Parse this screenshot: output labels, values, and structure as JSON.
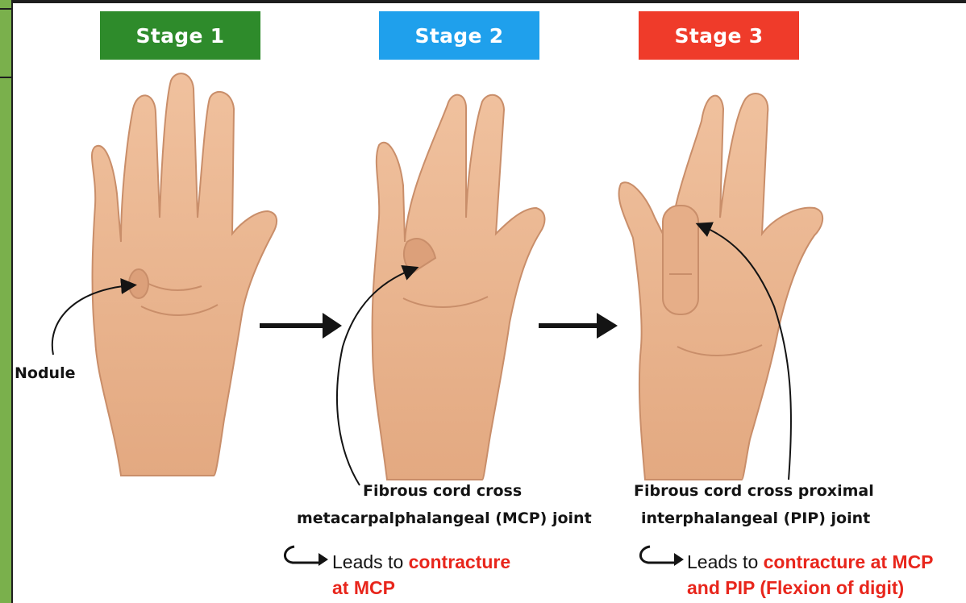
{
  "stages": [
    {
      "label": "Stage 1",
      "color": "#2e8b2b"
    },
    {
      "label": "Stage 2",
      "color": "#1fa0ec"
    },
    {
      "label": "Stage 3",
      "color": "#ef3b2a"
    }
  ],
  "labels": {
    "nodule": "Nodule",
    "stage2_caption_line1": "Fibrous cord cross",
    "stage2_caption_line2": "metacarpalphalangeal (MCP) joint",
    "stage3_caption_line1": "Fibrous cord cross proximal",
    "stage3_caption_line2": "interphalangeal (PIP) joint"
  },
  "leads": {
    "stage2": {
      "prefix": "Leads to ",
      "red_line1": "contracture",
      "red_line2": "at MCP"
    },
    "stage3": {
      "prefix": "Leads to ",
      "red_line1": "contracture at MCP",
      "red_line2": "and PIP (Flexion of digit)"
    }
  },
  "colors": {
    "accent_red": "#e8261c",
    "skin": "#e9b48f",
    "skin_shadow": "#c98e6a",
    "frame_green": "#7ab04c"
  }
}
